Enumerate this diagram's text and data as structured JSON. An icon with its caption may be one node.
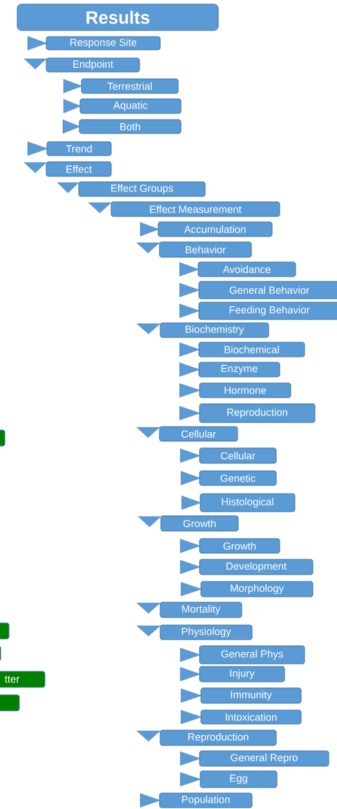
{
  "diagram": {
    "nodes": [
      {
        "text": [
          "Results"
        ]
      },
      {
        "text": [
          "Response Site"
        ]
      },
      {
        "text": [
          "Endpoint"
        ]
      },
      {
        "text": [
          "Terrestrial"
        ]
      },
      {
        "text": [
          "Aquatic"
        ]
      },
      {
        "text": [
          "Both"
        ]
      },
      {
        "text": [
          "Trend"
        ]
      },
      {
        "text": [
          "Effect"
        ]
      },
      {
        "text": [
          "Effect Groups"
        ]
      },
      {
        "text": [
          "Effect Measurement"
        ]
      },
      {
        "text": [
          "Accumulation"
        ]
      },
      {
        "text": [
          "Behavior"
        ]
      },
      {
        "text": [
          "Avoidance"
        ]
      },
      {
        "text": [
          "General Behavior"
        ]
      },
      {
        "text": [
          "Feeding Behavior"
        ]
      },
      {
        "text": [
          "Biochemistry"
        ]
      },
      {
        "text": [
          "Biochemical"
        ]
      },
      {
        "text": [
          "Enzyme"
        ]
      },
      {
        "text": [
          "Hormone"
        ]
      },
      {
        "text": [
          "Reproduction"
        ]
      },
      {
        "text": [],
        "shape": "box"
      },
      {
        "text": [
          "Cellular"
        ]
      },
      {
        "text": [
          "Cellular"
        ]
      },
      {
        "text": [
          "Genetic"
        ]
      },
      {
        "text": [
          "Histological"
        ]
      },
      {
        "text": [
          "Growth"
        ]
      },
      {
        "text": [
          "Growth"
        ]
      },
      {
        "text": [
          "Development"
        ]
      },
      {
        "text": [
          "Morphology"
        ]
      },
      {
        "text": [
          "Mortality"
        ]
      },
      {
        "text": [],
        "shape": "box"
      },
      {
        "text": [
          "Physiology"
        ]
      },
      {
        "text": [],
        "shape": "box"
      },
      {
        "text": [
          "General Phys"
        ]
      },
      {
        "text": [
          "tter"
        ]
      },
      {
        "text": [
          "Injury"
        ]
      },
      {
        "text": [],
        "shape": "box"
      },
      {
        "text": [
          "Immunity"
        ]
      },
      {
        "text": [
          "Intoxication"
        ]
      },
      {
        "text": [
          "Reproduction"
        ]
      },
      {
        "text": [
          "General Repro"
        ]
      },
      {
        "text": [
          "Egg"
        ]
      },
      {
        "text": [
          "Population"
        ]
      }
    ]
  }
}
